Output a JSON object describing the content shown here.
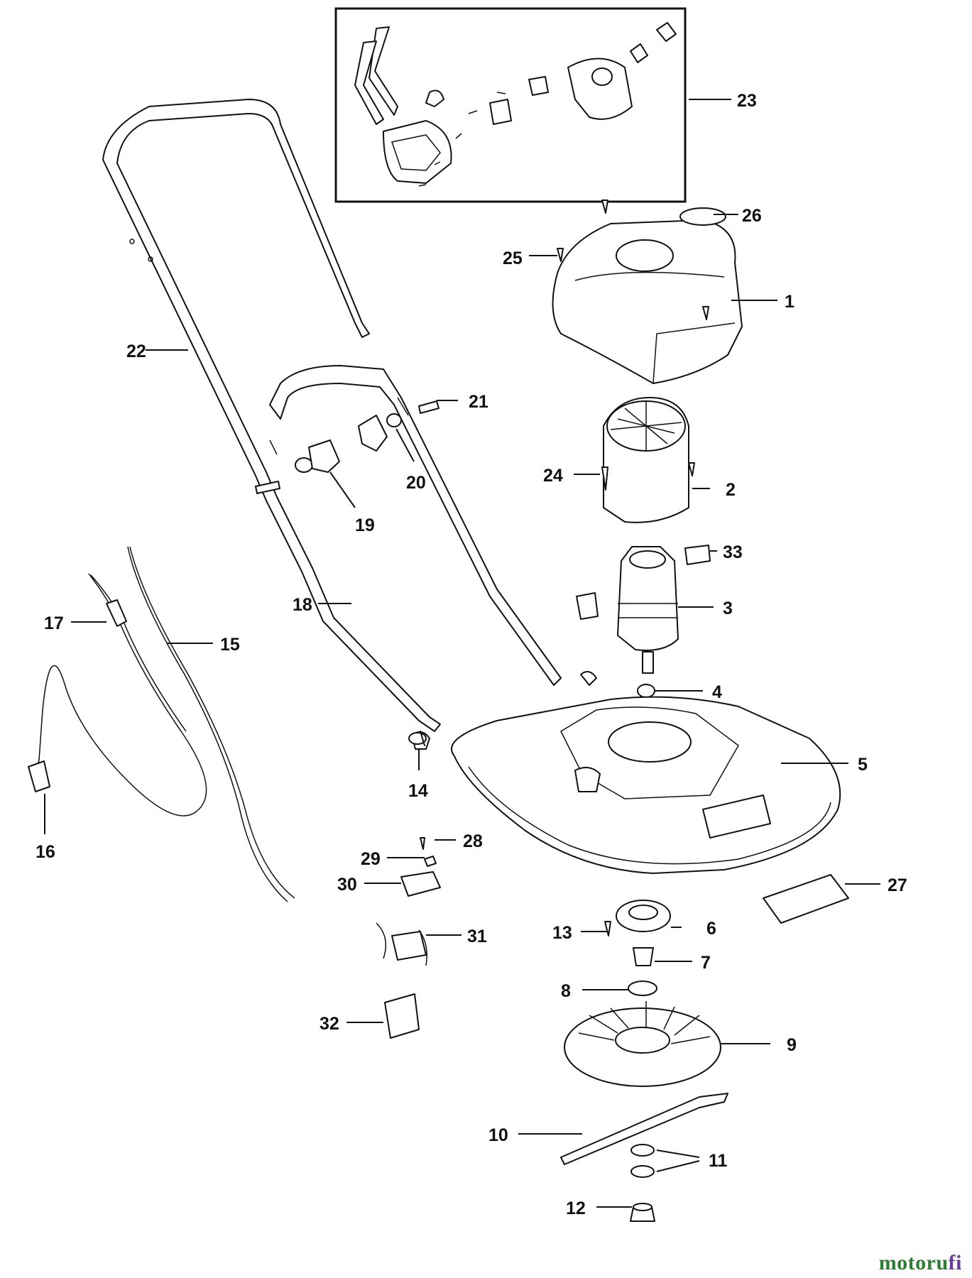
{
  "callouts": {
    "c1": "1",
    "c2": "2",
    "c3": "3",
    "c4": "4",
    "c5": "5",
    "c6": "6",
    "c7": "7",
    "c8": "8",
    "c9": "9",
    "c10": "10",
    "c11": "11",
    "c12": "12",
    "c13": "13",
    "c14": "14",
    "c15": "15",
    "c16": "16",
    "c17": "17",
    "c18": "18",
    "c19": "19",
    "c20": "20",
    "c21": "21",
    "c22": "22",
    "c23": "23",
    "c24": "24",
    "c25": "25",
    "c26": "26",
    "c27": "27",
    "c28": "28",
    "c29": "29",
    "c30": "30",
    "c31": "31",
    "c32": "32",
    "c33": "33"
  },
  "watermark": {
    "part1": "motoru",
    "part2": "fi",
    "colors": [
      "#2e7d32",
      "#6a3d9a"
    ]
  }
}
